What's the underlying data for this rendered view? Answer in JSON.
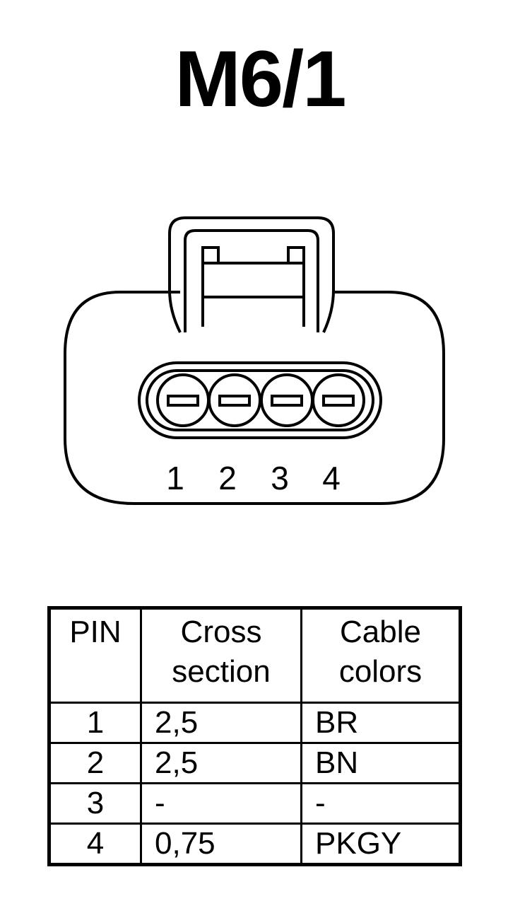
{
  "title": "M6/1",
  "connector": {
    "pin_labels": [
      "1",
      "2",
      "3",
      "4"
    ]
  },
  "table": {
    "headers": {
      "pin": "PIN",
      "cross_section_line1": "Cross",
      "cross_section_line2": "section",
      "cable_colors_line1": "Cable",
      "cable_colors_line2": "colors"
    },
    "rows": [
      {
        "pin": "1",
        "cross_section": "2,5",
        "cable_color": "BR"
      },
      {
        "pin": "2",
        "cross_section": "2,5",
        "cable_color": "BN"
      },
      {
        "pin": "3",
        "cross_section": "-",
        "cable_color": "-"
      },
      {
        "pin": "4",
        "cross_section": "0,75",
        "cable_color": "PKGY"
      }
    ]
  }
}
